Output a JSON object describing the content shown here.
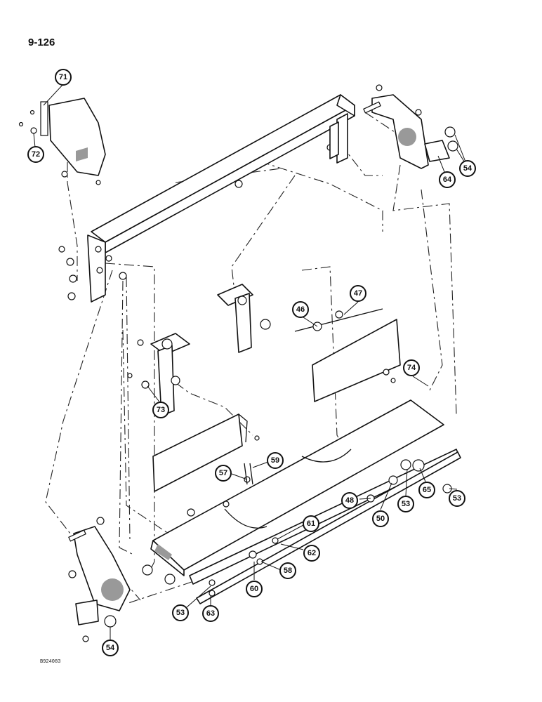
{
  "page_number": "9-126",
  "drawing_code": "B924083",
  "callouts": [
    {
      "id": "c71",
      "label": "71"
    },
    {
      "id": "c72",
      "label": "72"
    },
    {
      "id": "c54a",
      "label": "54"
    },
    {
      "id": "c64",
      "label": "64"
    },
    {
      "id": "c46",
      "label": "46"
    },
    {
      "id": "c47",
      "label": "47"
    },
    {
      "id": "c74",
      "label": "74"
    },
    {
      "id": "c73",
      "label": "73"
    },
    {
      "id": "c57",
      "label": "57"
    },
    {
      "id": "c59",
      "label": "59"
    },
    {
      "id": "c48",
      "label": "48"
    },
    {
      "id": "c50",
      "label": "50"
    },
    {
      "id": "c53a",
      "label": "53"
    },
    {
      "id": "c65",
      "label": "65"
    },
    {
      "id": "c53b",
      "label": "53"
    },
    {
      "id": "c61",
      "label": "61"
    },
    {
      "id": "c62",
      "label": "62"
    },
    {
      "id": "c58",
      "label": "58"
    },
    {
      "id": "c60",
      "label": "60"
    },
    {
      "id": "c53c",
      "label": "53"
    },
    {
      "id": "c63",
      "label": "63"
    },
    {
      "id": "c54b",
      "label": "54"
    }
  ]
}
